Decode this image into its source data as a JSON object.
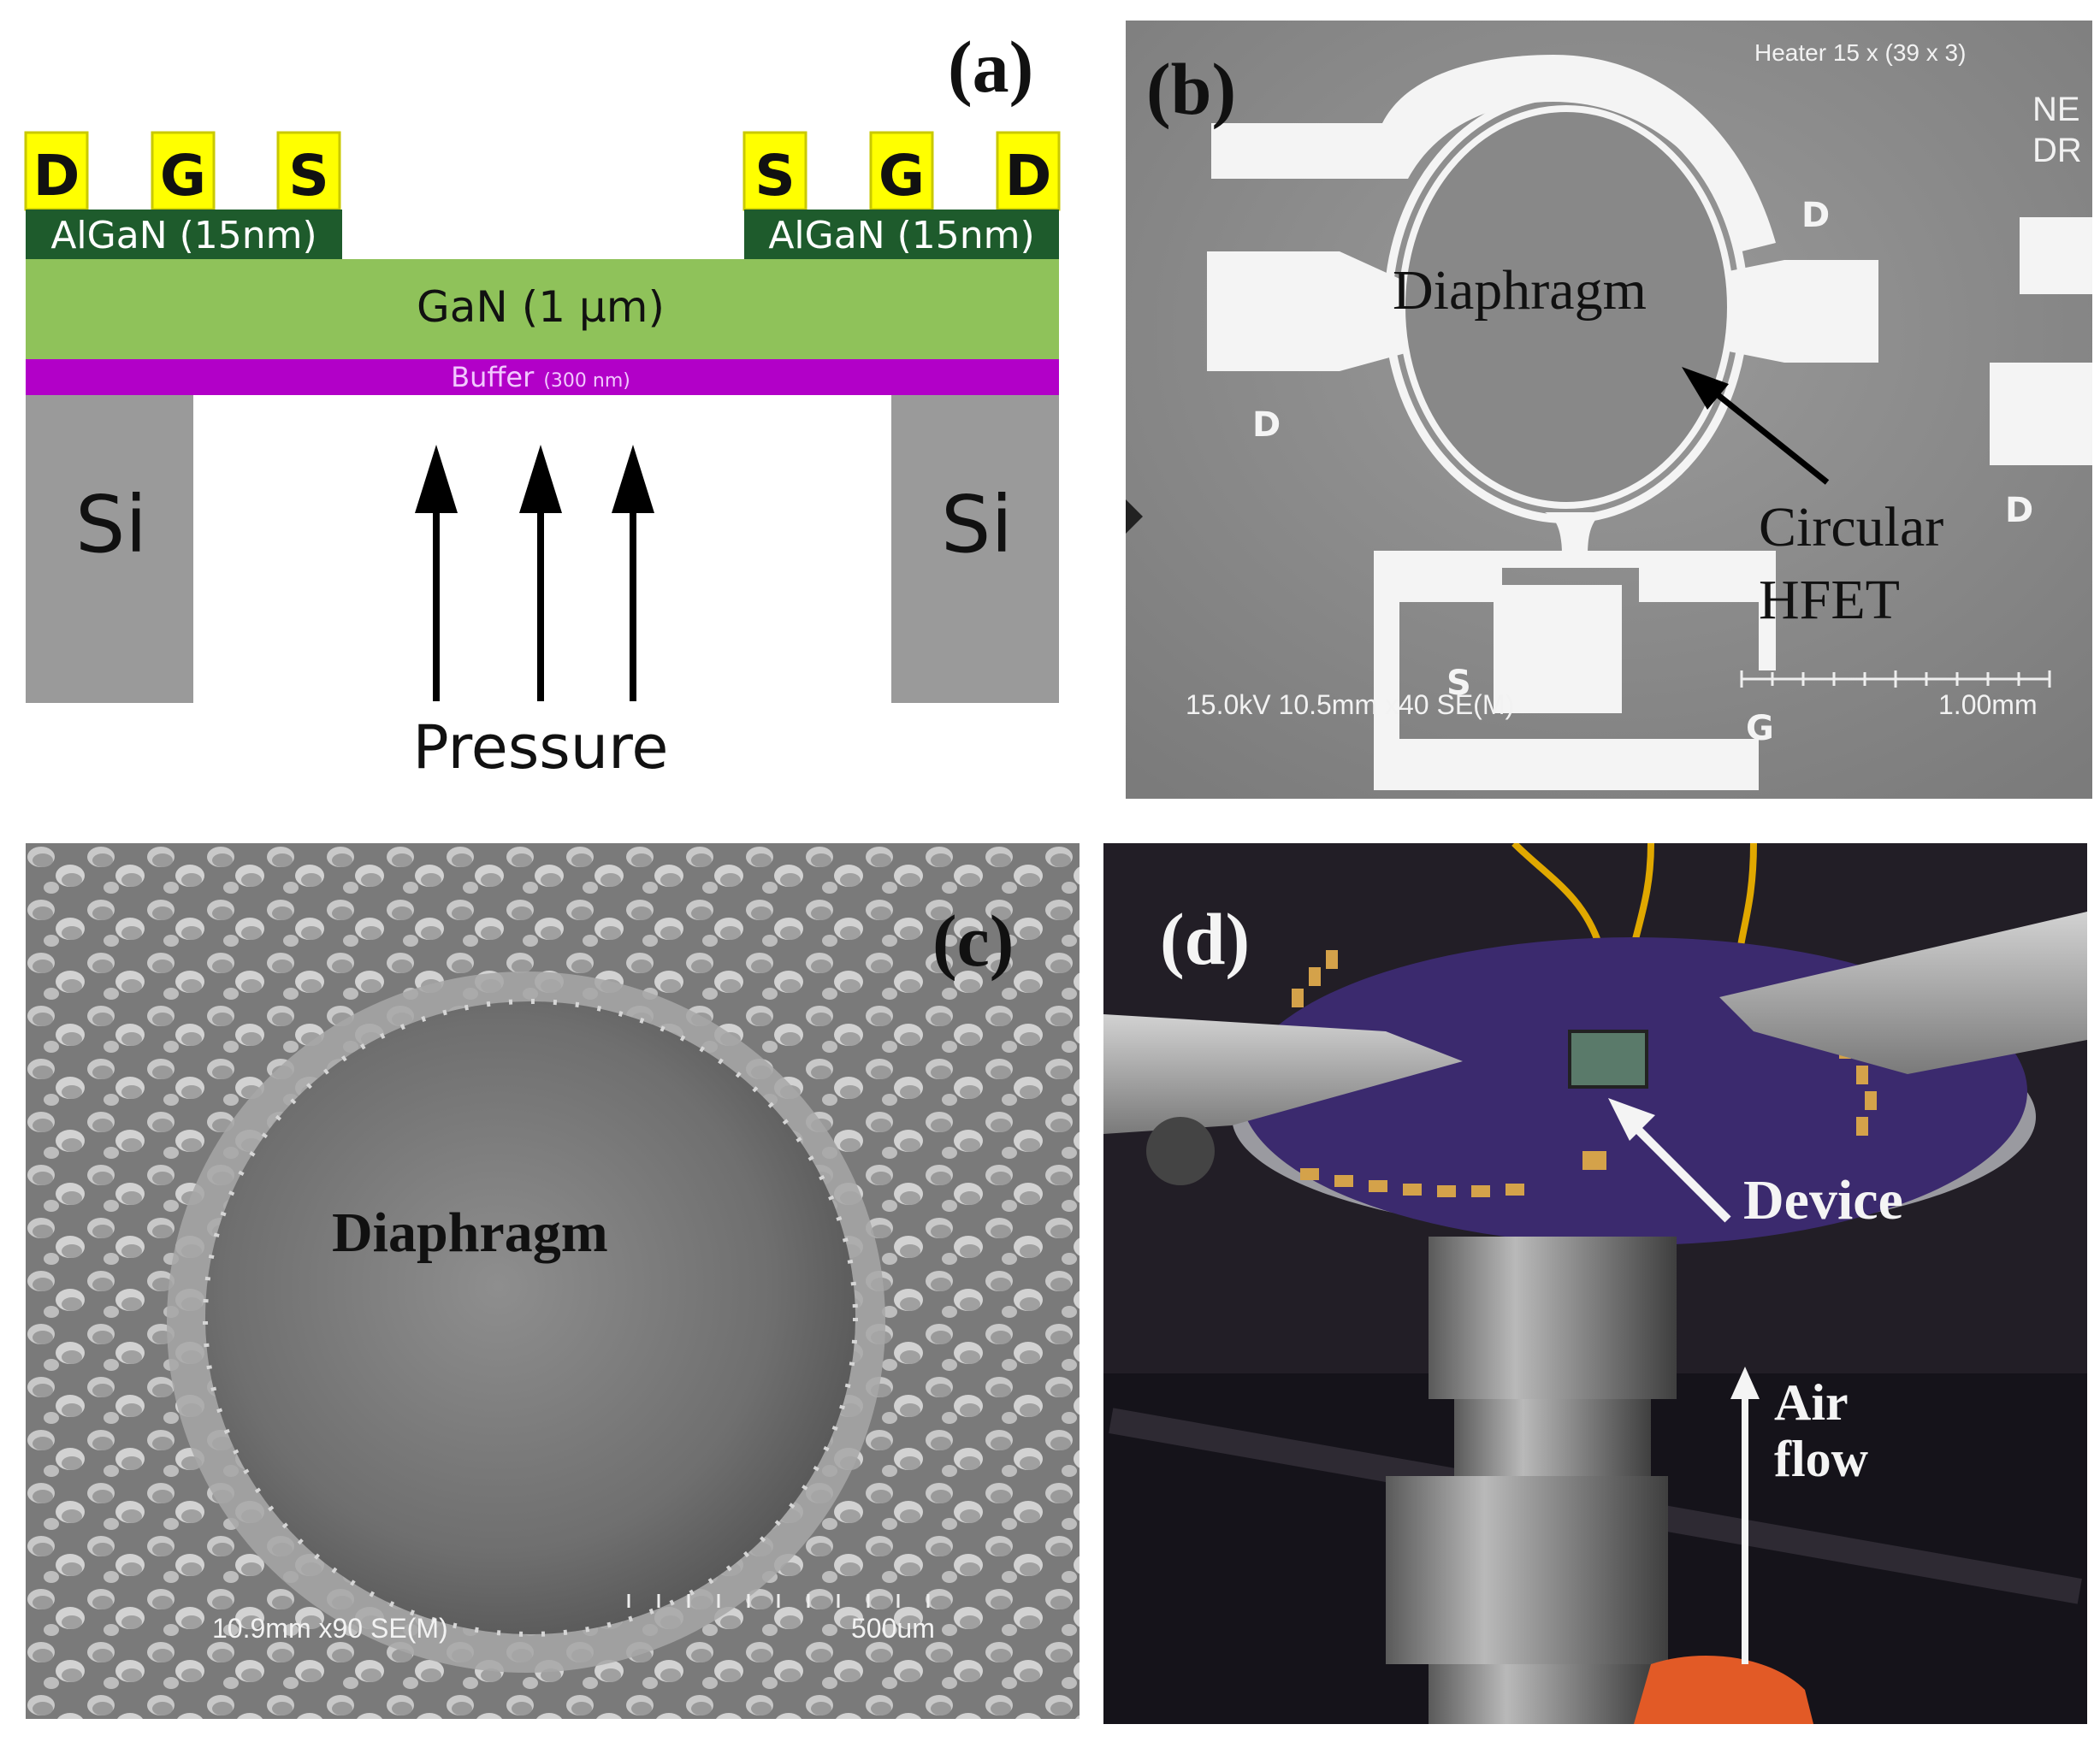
{
  "panel_a": {
    "label": "(a)",
    "left_electrodes": [
      "D",
      "G",
      "S"
    ],
    "right_electrodes": [
      "S",
      "G",
      "D"
    ],
    "algan_label": "AlGaN (15nm)",
    "gan_label": "GaN (1 μm)",
    "buffer_label": "Buffer",
    "buffer_thickness": "(300 nm)",
    "si_label": "Si",
    "pressure_label": "Pressure",
    "colors": {
      "electrode": "#ffff00",
      "algan": "#1e5b2c",
      "gan": "#8fc25a",
      "buffer": "#b200c8",
      "si": "#9a9a9a"
    }
  },
  "panel_b": {
    "label": "(b)",
    "header": "Heater 15 x (39 x 3)",
    "corner_text": [
      "NE",
      "DR"
    ],
    "diaphragm_label": "Diaphragm",
    "hfet_label_1": "Circular",
    "hfet_label_2": "HFET",
    "terminal_labels": [
      "D",
      "D",
      "D",
      "S",
      "G"
    ],
    "sem_info": "15.0kV 10.5mm x40 SE(M)",
    "scale_label": "1.00mm"
  },
  "panel_c": {
    "label": "(c)",
    "diaphragm_label": "Diaphragm",
    "sem_info": "10.9mm x90 SE(M)",
    "scale_label": "500um"
  },
  "panel_d": {
    "label": "(d)",
    "device_label": "Device",
    "airflow_label_1": "Air",
    "airflow_label_2": "flow"
  }
}
